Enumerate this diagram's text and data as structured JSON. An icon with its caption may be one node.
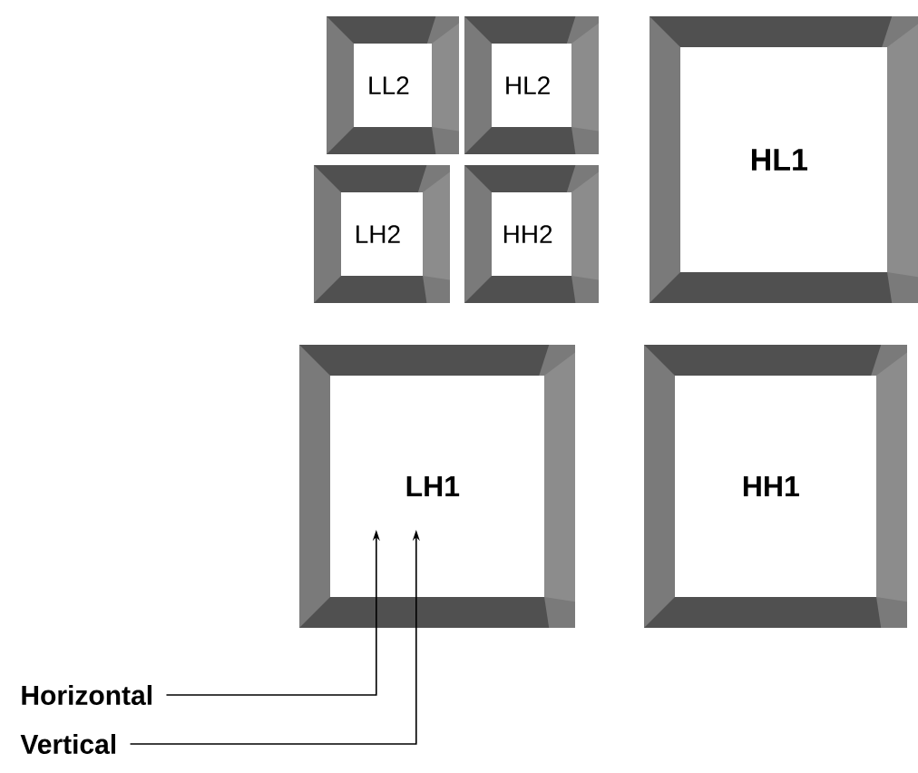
{
  "diagram": {
    "nodes": [
      {
        "text": [
          "LL2"
        ]
      },
      {
        "text": [
          "HL2"
        ]
      },
      {
        "text": [
          "LH2"
        ]
      },
      {
        "text": [
          "HH2"
        ]
      },
      {
        "text": [
          "HL1"
        ]
      },
      {
        "text": [
          "LH1"
        ]
      },
      {
        "text": [
          "HH1"
        ]
      },
      {
        "text": [
          "Horizontal"
        ]
      },
      {
        "text": [
          "Vertical"
        ]
      }
    ],
    "edges": [
      {
        "from": 7,
        "to": 5,
        "arrow": "to"
      },
      {
        "from": 8,
        "to": 5,
        "arrow": "to"
      }
    ]
  }
}
